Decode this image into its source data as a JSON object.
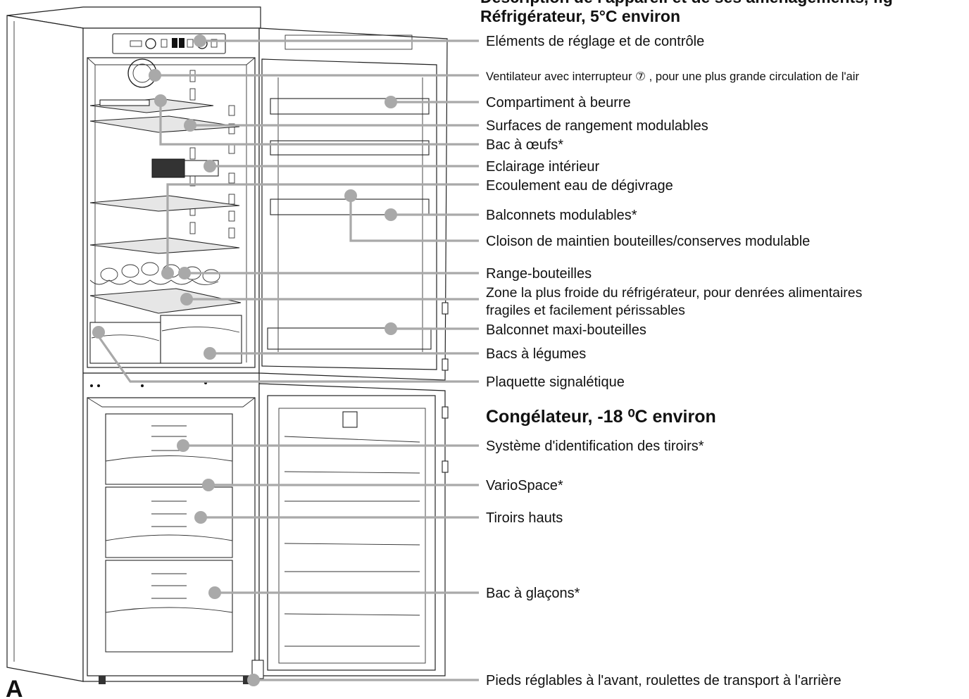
{
  "header": {
    "top_partial": "Description de l'appareil et de ses aménagements, fig",
    "fridge_title": "Réfrigérateur, 5°C environ",
    "freezer_title": "Congélateur, -18 ⁰C environ",
    "figure_letter": "A"
  },
  "callouts": [
    {
      "id": "controls",
      "lines": [
        "Eléments de réglage et de contrôle"
      ]
    },
    {
      "id": "fan",
      "lines": [
        "Ventilateur avec interrupteur ⑦ , pour une plus grande circulation de l'air"
      ]
    },
    {
      "id": "butter",
      "lines": [
        "Compartiment à beurre"
      ]
    },
    {
      "id": "shelves",
      "lines": [
        "Surfaces de rangement modulables"
      ]
    },
    {
      "id": "egg-tray",
      "lines": [
        "Bac à œufs*"
      ]
    },
    {
      "id": "light",
      "lines": [
        "Eclairage intérieur"
      ]
    },
    {
      "id": "drain",
      "lines": [
        "Ecoulement eau de dégivrage"
      ]
    },
    {
      "id": "door-racks",
      "lines": [
        "Balconnets modulables*"
      ]
    },
    {
      "id": "bottle-divider",
      "lines": [
        "Cloison de maintien bouteilles/conserves modulable"
      ]
    },
    {
      "id": "bottle-rack",
      "lines": [
        "Range-bouteilles"
      ]
    },
    {
      "id": "cold-zone",
      "lines": [
        "Zone la plus froide du réfrigérateur, pour denrées alimentaires",
        "fragiles et facilement périssables"
      ]
    },
    {
      "id": "maxi-rack",
      "lines": [
        "Balconnet maxi-bouteilles"
      ]
    },
    {
      "id": "crispers",
      "lines": [
        "Bacs à légumes"
      ]
    },
    {
      "id": "rating-plate",
      "lines": [
        "Plaquette signalétique"
      ]
    },
    {
      "id": "drawer-id",
      "lines": [
        "Système d'identification des tiroirs*"
      ]
    },
    {
      "id": "variospace",
      "lines": [
        "VarioSpace*"
      ]
    },
    {
      "id": "tall-drawers",
      "lines": [
        "Tiroirs hauts"
      ]
    },
    {
      "id": "ice-tray",
      "lines": [
        "Bac à glaçons*"
      ]
    },
    {
      "id": "feet",
      "lines": [
        "Pieds réglables à l'avant, roulettes de transport à l'arrière"
      ]
    }
  ],
  "colors": {
    "leader": "#a9a9a9",
    "line_art": "#1a1a1a",
    "text": "#111111"
  }
}
